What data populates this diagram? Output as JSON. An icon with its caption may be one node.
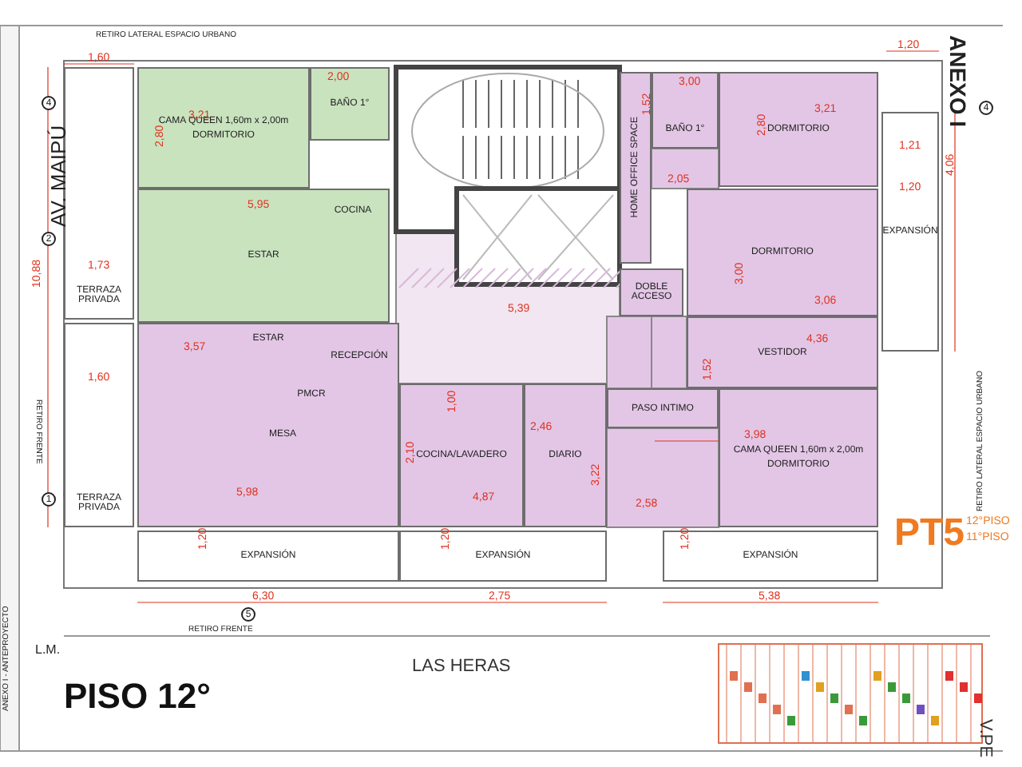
{
  "diagram": {
    "nodes": [
      {
        "text": [
          "CAMA QUEEN 1,60m x 2,00m",
          "DORMITORIO"
        ]
      },
      {
        "text": [
          "BAÑO 1°"
        ]
      },
      {
        "text": [
          "ESTAR"
        ]
      },
      {
        "text": [
          "COCINA"
        ],
        "in": 2
      },
      {
        "text": [
          "TERRAZA PRIVADA"
        ]
      },
      {
        "text": [
          "TERRAZA PRIVADA"
        ]
      },
      {
        "text": [
          "ESTAR"
        ]
      },
      {
        "text": [
          "PMCR"
        ],
        "in": 6
      },
      {
        "text": [
          "MESA"
        ],
        "in": 6
      },
      {
        "text": [
          "RECEPCIÓN"
        ],
        "in": 6
      },
      {
        "text": [
          "COCINA/LAVADERO"
        ]
      },
      {
        "text": [
          "DIARIO"
        ]
      },
      {
        "text": [
          "HOME OFFICE SPACE"
        ]
      },
      {
        "text": [
          "DOBLE ACCESO"
        ]
      },
      {
        "text": [
          "BAÑO 1°"
        ]
      },
      {
        "text": [
          "DORMITORIO"
        ]
      },
      {
        "text": [
          "DORMITORIO"
        ]
      },
      {
        "text": [
          "VESTIDOR"
        ]
      },
      {
        "text": [
          "PASO INTIMO"
        ]
      },
      {
        "text": [
          "CAMA QUEEN 1,60m x 2,00m",
          "DORMITORIO"
        ]
      },
      {
        "text": [
          "EXPANSIÓN"
        ]
      },
      {
        "text": [
          "EXPANSIÓN"
        ]
      },
      {
        "text": [
          "EXPANSIÓN"
        ]
      },
      {
        "text": [
          "EXPANSIÓN"
        ]
      }
    ],
    "labels": [
      "RETIRO LATERAL ESPACIO URBANO",
      "AV. MAIPÚ",
      "ANEXO I",
      "RETIRO LATERAL ESPACIO URBANO",
      "RETIRO FRENTE",
      "RETIRO FRENTE",
      "L.M.",
      "LAS HERAS",
      "PISO 12°",
      "PT5",
      "12°PISO",
      "11°PISO",
      "V.PE",
      "ANEXO I - ANTEPROYECTO",
      "1,60",
      "2,00",
      "3,21",
      "2,80",
      "5,95",
      "1,73",
      "10,88",
      "3,57",
      "1,60",
      "5,98",
      "1,20",
      "6,30",
      "1,20",
      "2,75",
      "1,20",
      "5,38",
      "1,20",
      "3,21",
      "2,80",
      "2,05",
      "1,21",
      "1,20",
      "4,06",
      "3,00",
      "3,06",
      "4,36",
      "1,52",
      "5,39",
      "2,46",
      "3,22",
      "3,98",
      "2,10",
      "4,87",
      "2,58",
      "1,00",
      "3,00",
      "1,52",
      "4",
      "2",
      "1",
      "5",
      "4"
    ]
  }
}
